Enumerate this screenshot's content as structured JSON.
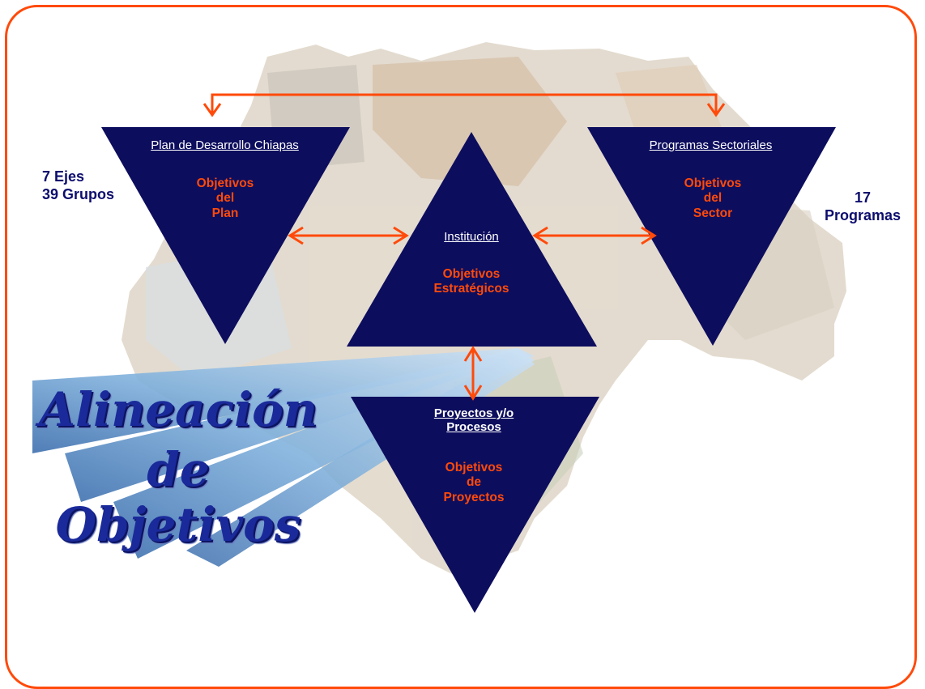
{
  "plan": {
    "heading": "Plan de Desarrollo Chiapas",
    "objective": [
      "Objetivos",
      "del",
      "Plan"
    ],
    "side": [
      "7 Ejes",
      "39 Grupos"
    ]
  },
  "sector": {
    "heading": "Programas Sectoriales",
    "objective": [
      "Objetivos",
      "del",
      "Sector"
    ],
    "side": [
      "17",
      "Programas"
    ]
  },
  "institucion": {
    "heading": "Institución",
    "objective": [
      "Objetivos",
      "Estratégicos"
    ]
  },
  "proyectos": {
    "heading": [
      "Proyectos y/o",
      "Procesos"
    ],
    "objective": [
      "Objetivos",
      "de",
      "Proyectos"
    ]
  },
  "title": [
    "Alineación",
    "de",
    "Objetivos"
  ],
  "colors": {
    "frame": "#ff4a0a",
    "triangle": "#0d0d5e",
    "arrow": "#ff4a0a",
    "objective_text": "#ff4a0a",
    "title_text": "#1a2a9a",
    "rays": "#6fa6d8"
  }
}
